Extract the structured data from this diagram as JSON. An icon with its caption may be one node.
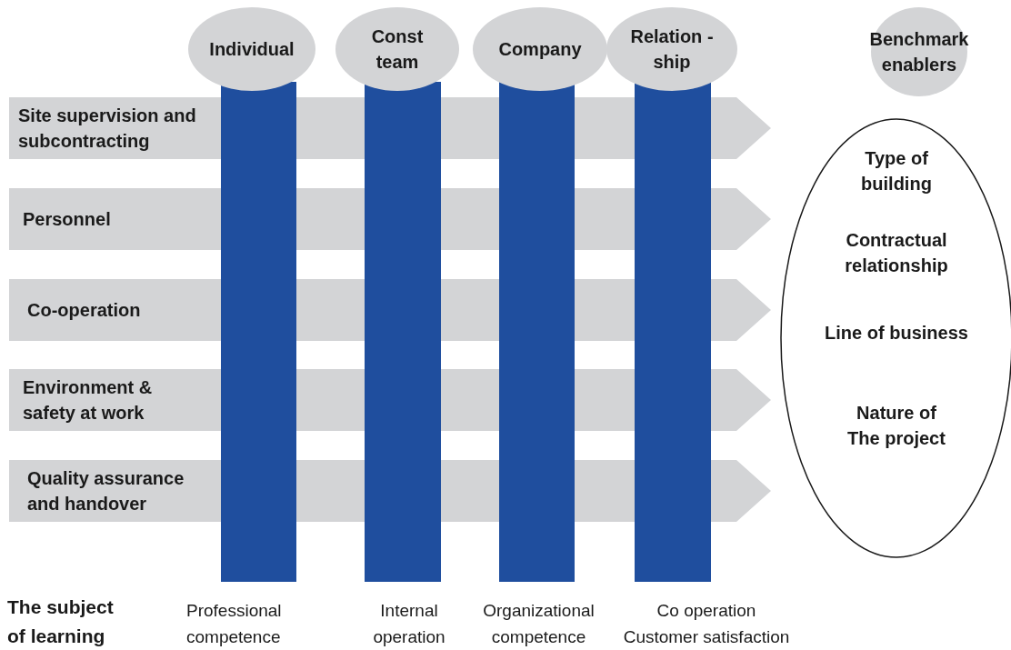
{
  "diagram": {
    "nodes": [
      {
        "text": [
          "Individual"
        ]
      },
      {
        "text": [
          "Const team"
        ]
      },
      {
        "text": [
          "Company"
        ]
      },
      {
        "text": [
          "Relation - ship"
        ]
      },
      {
        "text": [
          "Benchmark enablers"
        ]
      },
      {
        "text": [
          "Site supervision and subcontracting"
        ]
      },
      {
        "text": [
          "Personnel"
        ]
      },
      {
        "text": [
          "Co-operation"
        ]
      },
      {
        "text": [
          "Environment & safety at work"
        ]
      },
      {
        "text": [
          "Quality assurance and handover"
        ]
      },
      {
        "text": [],
        "shape": "bar"
      },
      {
        "text": [],
        "shape": "bar"
      },
      {
        "text": [],
        "shape": "bar"
      },
      {
        "text": [],
        "shape": "bar"
      },
      {
        "text": [
          "Type of building",
          "Contractual relationship",
          "Line of business",
          "Nature of The project"
        ]
      }
    ],
    "labels": [
      "The subject of learning",
      "Professional competence",
      "Internal operation",
      "Organizational competence",
      "Co operation Customer satisfaction"
    ]
  }
}
